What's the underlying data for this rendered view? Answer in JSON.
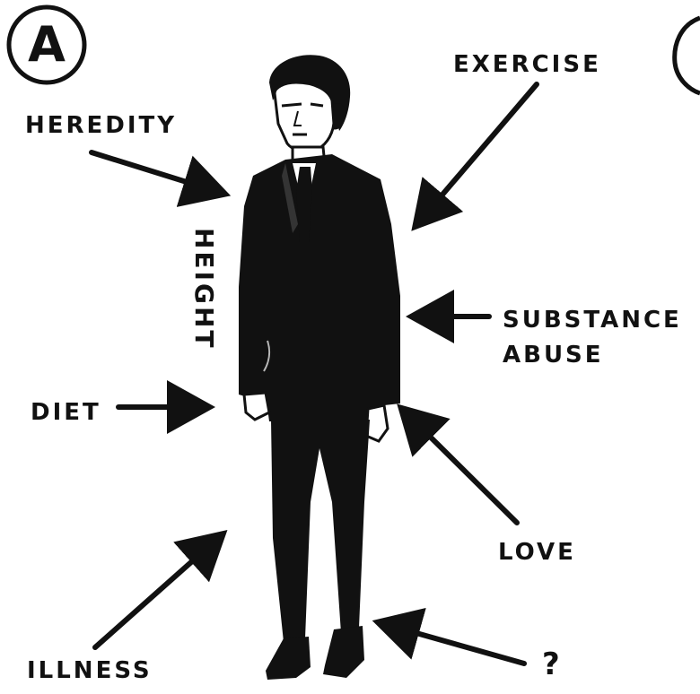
{
  "panel": {
    "letter": "A",
    "letter_partial": "("
  },
  "labels": {
    "heredity": "HEREDITY",
    "exercise": "EXERCISE",
    "height": "HEIGHT",
    "substance_line1": "SUBSTANCE",
    "substance_line2": "ABUSE",
    "diet": "DIET",
    "love": "LOVE",
    "illness": "ILLNESS",
    "question": "?"
  },
  "colors": {
    "ink": "#111111",
    "paper": "#ffffff"
  }
}
